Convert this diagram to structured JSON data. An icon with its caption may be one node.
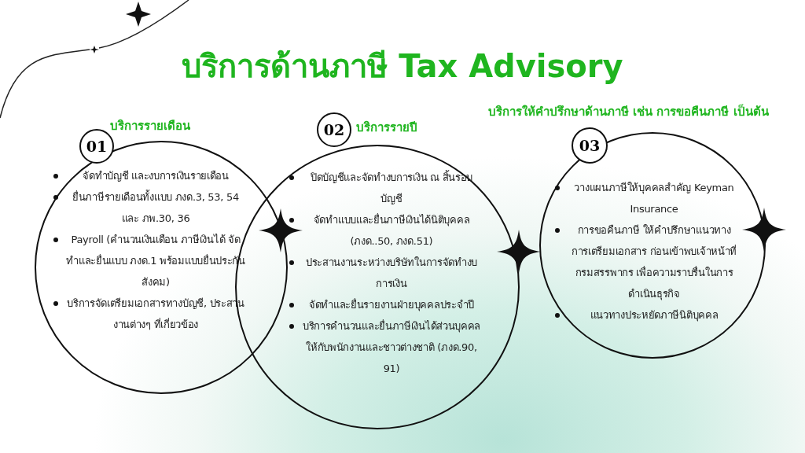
{
  "diagram": {
    "title": "บริการด้านภาษี Tax Advisory",
    "nodes": [
      {
        "text": [
          "01"
        ]
      },
      {
        "text": [
          "บริการรายเดือน",
          "จัดทำบัญชี และงบการเงินรายเดือน",
          "ยื่นภาษีรายเดือนทั้งแบบ ภงด.3, 53, 54 และ ภพ.30, 36",
          "Payroll (คำนวนเงินเดือน ภาษีเงินได้ จัดทำและยื่นแบบ ภงด.1 พร้อมแบบยื่นประกันสังคม)",
          "บริการจัดเตรียมเอกสารทางบัญชี, ประสานงานต่างๆ ที่เกี่ยวข้อง"
        ]
      },
      {
        "text": [
          "02"
        ]
      },
      {
        "text": [
          "บริการรายปี",
          "ปิดบัญชีและจัดทำงบการเงิน ณ สิ้นรอบบัญชี",
          "จัดทำแบบและยื่นภาษีเงินได้นิติบุคคล (ภงด..50, ภงด.51)",
          "ประสานงานระหว่างบริษัทในการจัดทำงบการเงิน",
          "จัดทำและยื่นรายงานฝ่ายบุคคลประจำปี",
          "บริการคำนวนและยื่นภาษีเงินได้ส่วนบุคคลให้กับพนักงานและชาวต่างชาติ (ภงด.90, 91)"
        ]
      },
      {
        "text": [
          "03"
        ]
      },
      {
        "text": [
          "บริการให้คำปรึกษาด้านภาษี เช่น การขอคืนภาษี เป็นต้น",
          "วางแผนภาษีให้บุคคลสำคัญ Keyman Insurance",
          "การขอคืนภาษี ให้คำปรึกษาแนวทางการเตรียมเอกสาร ก่อนเข้าพบเจ้าหน้าที่กรมสรรพากร เพื่อความราบรื่นในการดำเนินธุรกิจ",
          "แนวทางประหยัดภาษีนิติบุคคล"
        ]
      }
    ]
  }
}
